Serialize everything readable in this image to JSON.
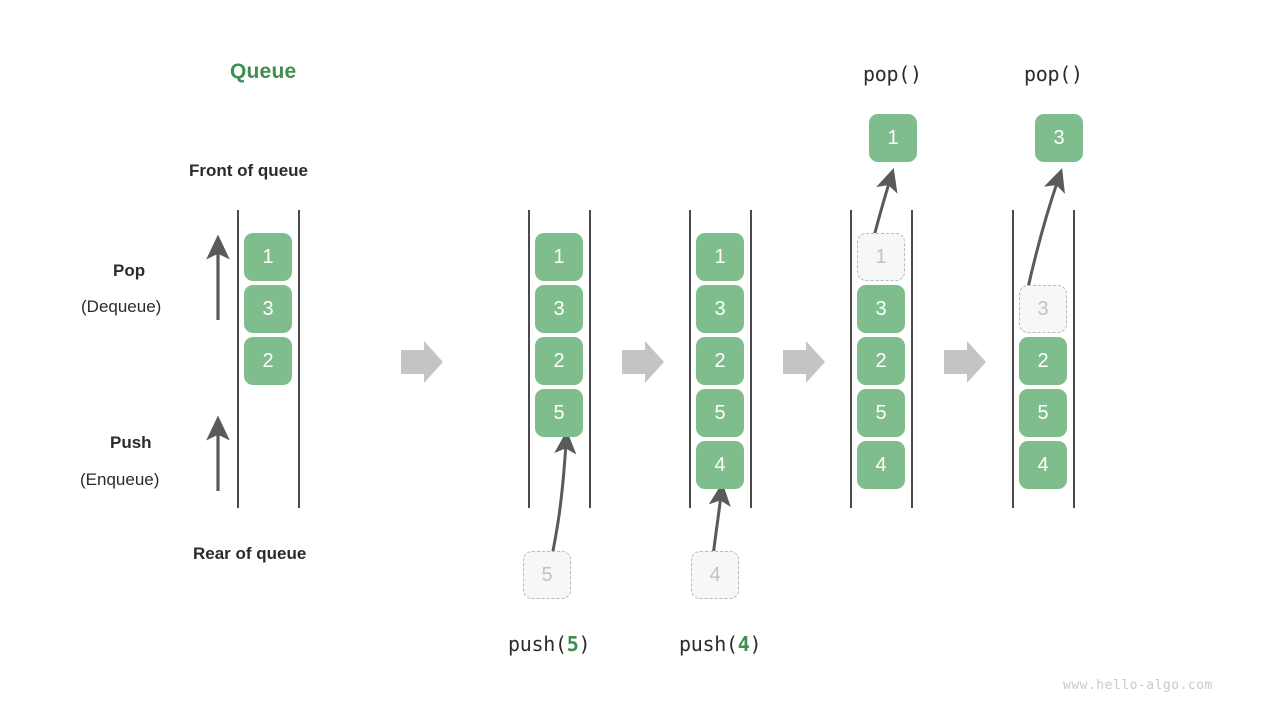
{
  "title": "Queue",
  "labels": {
    "front_of_queue": "Front of queue",
    "rear_of_queue": "Rear of queue",
    "pop_bold": "Pop",
    "pop_paren": "(Dequeue)",
    "push_bold": "Push",
    "push_paren": "(Enqueue)"
  },
  "watermark": "www.hello-algo.com",
  "colors": {
    "accent_green": "#3f8f4f",
    "cell_green": "#7fbd8d",
    "ghost_fill": "#f7f7f7",
    "ghost_border": "#b9b9b9",
    "arrow_gray": "#5a5a5a",
    "block_arrow_gray": "#c4c4c4",
    "rail_dark": "#4a4a4a",
    "text_dark": "#2b2b2b",
    "watermark_gray": "#c9c9c9"
  },
  "chart_data": {
    "type": "diagram",
    "title": "Queue",
    "description": "Queue push (enqueue) and pop (dequeue) operation sequence",
    "stages": [
      {
        "id": "stage-initial",
        "caption": "",
        "operation": "",
        "cells": [
          "1",
          "3",
          "2"
        ],
        "ghost_index": null,
        "ghost_value": null,
        "popped_value": null
      },
      {
        "id": "stage-push-5",
        "caption": "push(5)",
        "operation": "push",
        "argument": "5",
        "cells": [
          "1",
          "3",
          "2",
          "5"
        ],
        "incoming_value": "5",
        "popped_value": null
      },
      {
        "id": "stage-push-4",
        "caption": "push(4)",
        "operation": "push",
        "argument": "4",
        "cells": [
          "1",
          "3",
          "2",
          "5",
          "4"
        ],
        "incoming_value": "4",
        "popped_value": null
      },
      {
        "id": "stage-pop-1",
        "caption": "pop()",
        "operation": "pop",
        "argument": "",
        "cells": [
          "1",
          "3",
          "2",
          "5",
          "4"
        ],
        "ghost_index": 0,
        "ghost_value": "1",
        "popped_value": "1"
      },
      {
        "id": "stage-pop-3",
        "caption": "pop()",
        "operation": "pop",
        "argument": "",
        "cells": [
          "3",
          "2",
          "5",
          "4"
        ],
        "ghost_index": 1,
        "ghost_value": "3",
        "popped_value": "3"
      }
    ],
    "transition_arrows": 4
  },
  "stage1": {
    "cells": [
      "1",
      "3",
      "2"
    ]
  },
  "stage2": {
    "cells": [
      "1",
      "3",
      "2",
      "5"
    ],
    "ghost": "5",
    "label_fn": "push(",
    "label_arg": "5",
    "label_close": ")"
  },
  "stage3": {
    "cells": [
      "1",
      "3",
      "2",
      "5",
      "4"
    ],
    "ghost": "4",
    "label_fn": "push(",
    "label_arg": "4",
    "label_close": ")"
  },
  "stage4": {
    "top_label": "pop()",
    "popped": "1",
    "ghost": "1",
    "cells": [
      "3",
      "2",
      "5",
      "4"
    ]
  },
  "stage5": {
    "top_label": "pop()",
    "popped": "3",
    "ghost": "3",
    "cells": [
      "2",
      "5",
      "4"
    ]
  }
}
